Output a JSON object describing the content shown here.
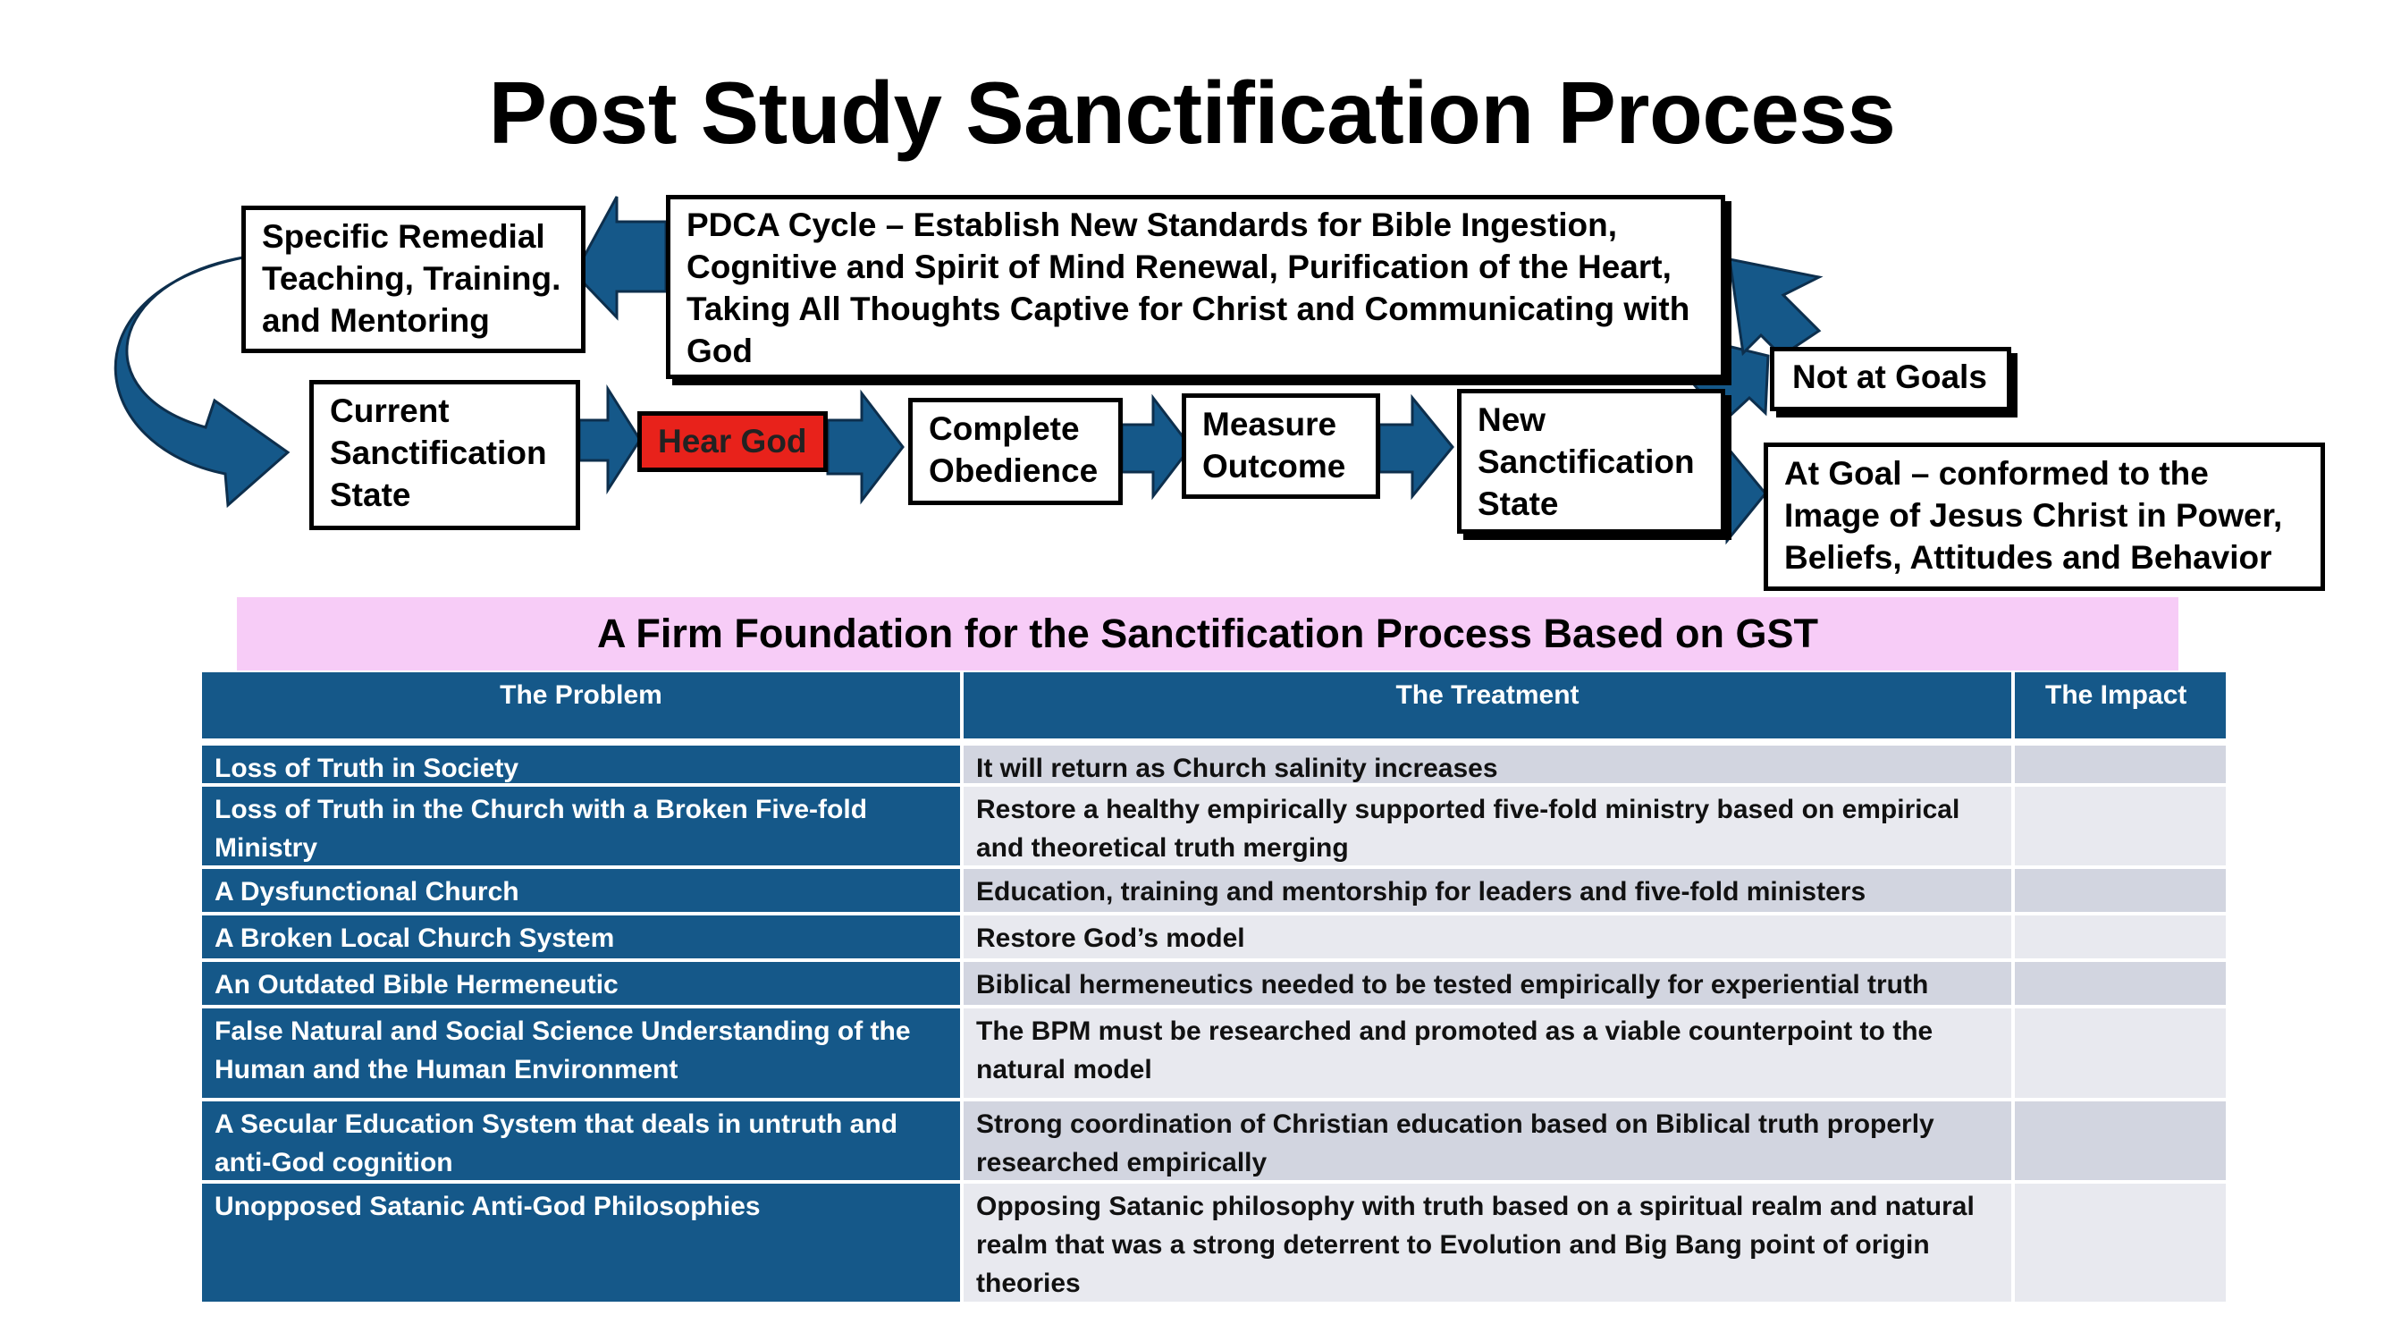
{
  "title": "Post Study Sanctification Process",
  "diagram": {
    "remedial": "Specific Remedial\nTeaching, Training.\nand Mentoring",
    "pdca": "PDCA Cycle – Establish New Standards for Bible Ingestion,\nCognitive and Spirit of Mind Renewal, Purification of the Heart,\nTaking All Thoughts  Captive for Christ and Communicating with\nGod",
    "current_state": "Current\nSanctification\nState",
    "hear_god": "Hear God",
    "obedience": "Complete\nObedience",
    "measure": "Measure\n Outcome",
    "new_state": "New\nSanctification\nState",
    "not_at_goals": "Not at Goals",
    "at_goal": "At Goal – conformed to the\nImage of Jesus Christ in Power,\nBeliefs, Attitudes and Behavior",
    "colors": {
      "arrow": "#155889",
      "hear_god_fill": "#e8221b"
    }
  },
  "banner": "A Firm Foundation for the Sanctification Process Based on GST",
  "table": {
    "headers": [
      "The Problem",
      "The Treatment",
      "The Impact"
    ],
    "rows": [
      {
        "problem": "Loss of Truth in Society",
        "treatment": "It will return as Church salinity increases",
        "impact": ""
      },
      {
        "problem": "Loss of Truth in the Church with a Broken Five-fold Ministry",
        "treatment": "Restore a healthy empirically supported five-fold ministry based on empirical and theoretical truth merging",
        "impact": ""
      },
      {
        "problem": "A Dysfunctional Church",
        "treatment": "Education, training and mentorship for leaders and five-fold ministers",
        "impact": ""
      },
      {
        "problem": "A Broken Local Church System",
        "treatment": "Restore God’s model",
        "impact": ""
      },
      {
        "problem": "An Outdated Bible Hermeneutic",
        "treatment": "Biblical hermeneutics needed to be tested empirically for experiential truth",
        "impact": ""
      },
      {
        "problem": "False Natural and Social Science Understanding of the Human and the Human Environment",
        "treatment": "The BPM must be researched and promoted as a viable counterpoint to the natural model",
        "impact": ""
      },
      {
        "problem": "A Secular Education System that deals in untruth and anti-God cognition",
        "treatment": "Strong coordination of Christian education based on Biblical truth properly researched empirically",
        "impact": ""
      },
      {
        "problem": "Unopposed Satanic Anti-God Philosophies",
        "treatment": "Opposing Satanic philosophy with truth based on a spiritual realm and natural realm that was a strong deterrent to Evolution and Big Bang point of origin theories",
        "impact": ""
      }
    ]
  }
}
